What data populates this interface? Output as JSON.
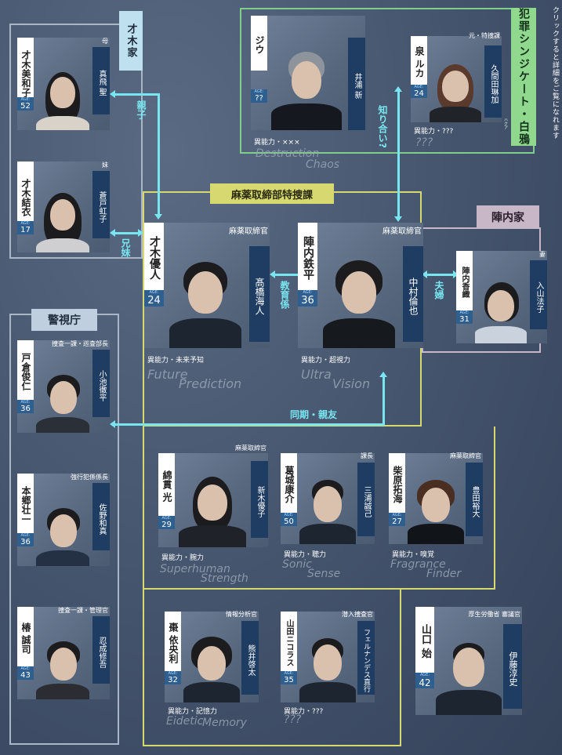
{
  "groups": {
    "saiki": "才木家",
    "crime_line1": "犯罪シンジケート・白鴉",
    "crime_ruby": "ハクア",
    "mayaku": "麻薬取締部特捜課",
    "jinnai": "陣内家",
    "police": "警視庁"
  },
  "note": "クリックすると詳細をご覧になれます",
  "relations": {
    "oyako": "親子",
    "kyoudai": "兄妹",
    "kyouiku": "教育係",
    "fuufu": "夫婦",
    "shiriai": "知り合い?",
    "douki": "同期・親友"
  },
  "age_label": "AGE:",
  "characters": {
    "miwako": {
      "name": "才木美和子",
      "age": "52",
      "actor": "真飛 聖",
      "role": "母"
    },
    "yui": {
      "name": "才木結衣",
      "age": "17",
      "actor": "蒼戸虹子",
      "role": "妹"
    },
    "jiu": {
      "name": "ジウ",
      "age": "??",
      "actor": "井浦 新",
      "ability": "異能力・×××",
      "en1": "Destruction",
      "en2": "Chaos"
    },
    "izumi": {
      "name": "泉 ルカ",
      "age": "24",
      "actor": "久間田琳加",
      "role": "元・特捜課",
      "ability": "異能力・???",
      "en1": "???"
    },
    "yuto": {
      "name": "才木優人",
      "age": "24",
      "actor": "髙橋海人",
      "role": "麻薬取締官",
      "ability": "異能力・未来予知",
      "en1": "Future",
      "en2": "Prediction"
    },
    "teppei": {
      "name": "陣内鉄平",
      "age": "36",
      "actor": "中村倫也",
      "role": "麻薬取締官",
      "ability": "異能力・超視力",
      "en1": "Ultra",
      "en2": "Vision"
    },
    "kaori": {
      "name": "陣内香織",
      "age": "31",
      "actor": "入山法子",
      "role": "妻"
    },
    "tokura": {
      "name": "戸倉俊仁",
      "age": "36",
      "actor": "小池徹平",
      "role": "捜査一課・巡査部長"
    },
    "hongo": {
      "name": "本郷壮一",
      "age": "36",
      "actor": "佐野和真",
      "role": "強行犯係係長"
    },
    "tsubaki": {
      "name": "椿 誠司",
      "age": "43",
      "actor": "忍成修吾",
      "role": "捜査一課・管理官"
    },
    "watanuki": {
      "name": "綿貫 光",
      "age": "29",
      "actor": "新木優子",
      "role": "麻薬取締官",
      "ability": "異能力・腕力",
      "en1": "Superhuman",
      "en2": "Strength"
    },
    "kazuraki": {
      "name": "葛城康介",
      "age": "50",
      "actor": "三浦誠己",
      "role": "課長",
      "ability": "異能力・聴力",
      "en1": "Sonic",
      "en2": "Sense"
    },
    "shibahara": {
      "name": "柴原拓海",
      "age": "27",
      "actor": "豊田裕大",
      "role": "麻薬取締官",
      "ability": "異能力・嗅覚",
      "en1": "Fragrance",
      "en2": "Finder"
    },
    "natsume": {
      "name": "棗 依央利",
      "age": "32",
      "actor": "熊井啓太",
      "role": "情報分析官",
      "ability": "異能力・記憶力",
      "en1": "Eidetic",
      "en2": "Memory"
    },
    "yamada": {
      "name": "山田ニコラス",
      "age": "35",
      "actor": "フェルナンデス直行",
      "role": "潜入捜査官",
      "ability": "異能力・???",
      "en1": "???"
    },
    "yamaguchi": {
      "name": "山口 始",
      "age": "42",
      "actor": "伊藤淳史",
      "role": "厚生労働省 審議官"
    }
  },
  "colors": {
    "accent": "#78e6f0",
    "crime": "#7fcf8a",
    "mayaku": "#d7d870",
    "age_box": "#2f5f8f",
    "actor_box": "#1f3d62"
  }
}
